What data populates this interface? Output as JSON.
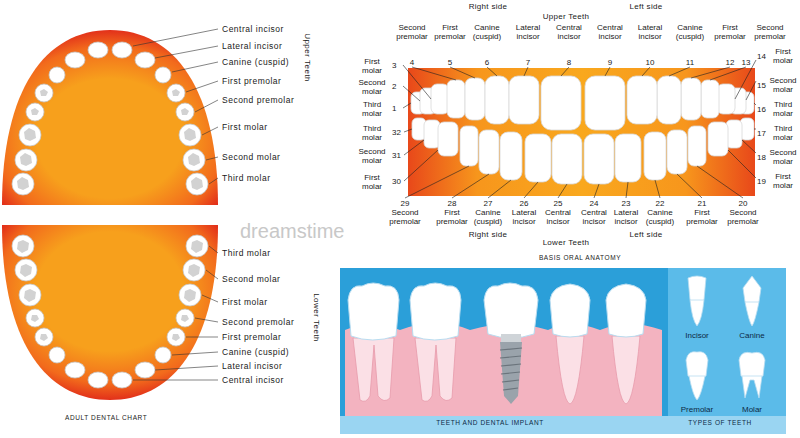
{
  "diagram": {
    "nodes": [
      {
        "text": [
          "TEETH AND DENTAL IMPLANT",
          "TYPES OF TEETH",
          "Incisor",
          "Canine",
          "Premolar",
          "Molar"
        ]
      }
    ],
    "labels": [
      "Central incisor",
      "Lateral incisor",
      "Canine (cuspid)",
      "First premolar",
      "Second premolar",
      "First molar",
      "Second molar",
      "Third molar",
      "Upper Teeth",
      "Third molar",
      "Second molar",
      "First molar",
      "Second premolar",
      "First premolar",
      "Canine (cuspid)",
      "Lateral incisor",
      "Central incisor",
      "Lower Teeth",
      "ADULT DENTAL CHART",
      "Right side",
      "Upper Teeth",
      "Left side",
      "Second premolar",
      "First premolar",
      "Canine (cuspid)",
      "Lateral incisor",
      "Central incisor",
      "Central incisor",
      "Lateral incisor",
      "Canine (cuspid)",
      "First premolar",
      "Second premolar",
      "4",
      "5",
      "6",
      "7",
      "8",
      "9",
      "10",
      "11",
      "12",
      "13",
      "First molar",
      "3",
      "Second molar",
      "2",
      "Third molar",
      "1",
      "Third molar",
      "32",
      "Second molar",
      "31",
      "First molar",
      "30",
      "First molar",
      "14",
      "Second molar",
      "15",
      "Third molar",
      "16",
      "Third molar",
      "17",
      "Second molar",
      "18",
      "First molar",
      "19",
      "29",
      "28",
      "27",
      "26",
      "25",
      "24",
      "23",
      "22",
      "21",
      "20",
      "Second premolar",
      "First premolar",
      "Canine (cuspid)",
      "Lateral incisor",
      "Central incisor",
      "Central incisor",
      "Lateral incisor",
      "Canine (cuspid)",
      "First premolar",
      "Second premolar",
      "Right side",
      "Lower Teeth",
      "Left side",
      "BASIS ORAL ANATOMY",
      "dreamstime"
    ]
  }
}
